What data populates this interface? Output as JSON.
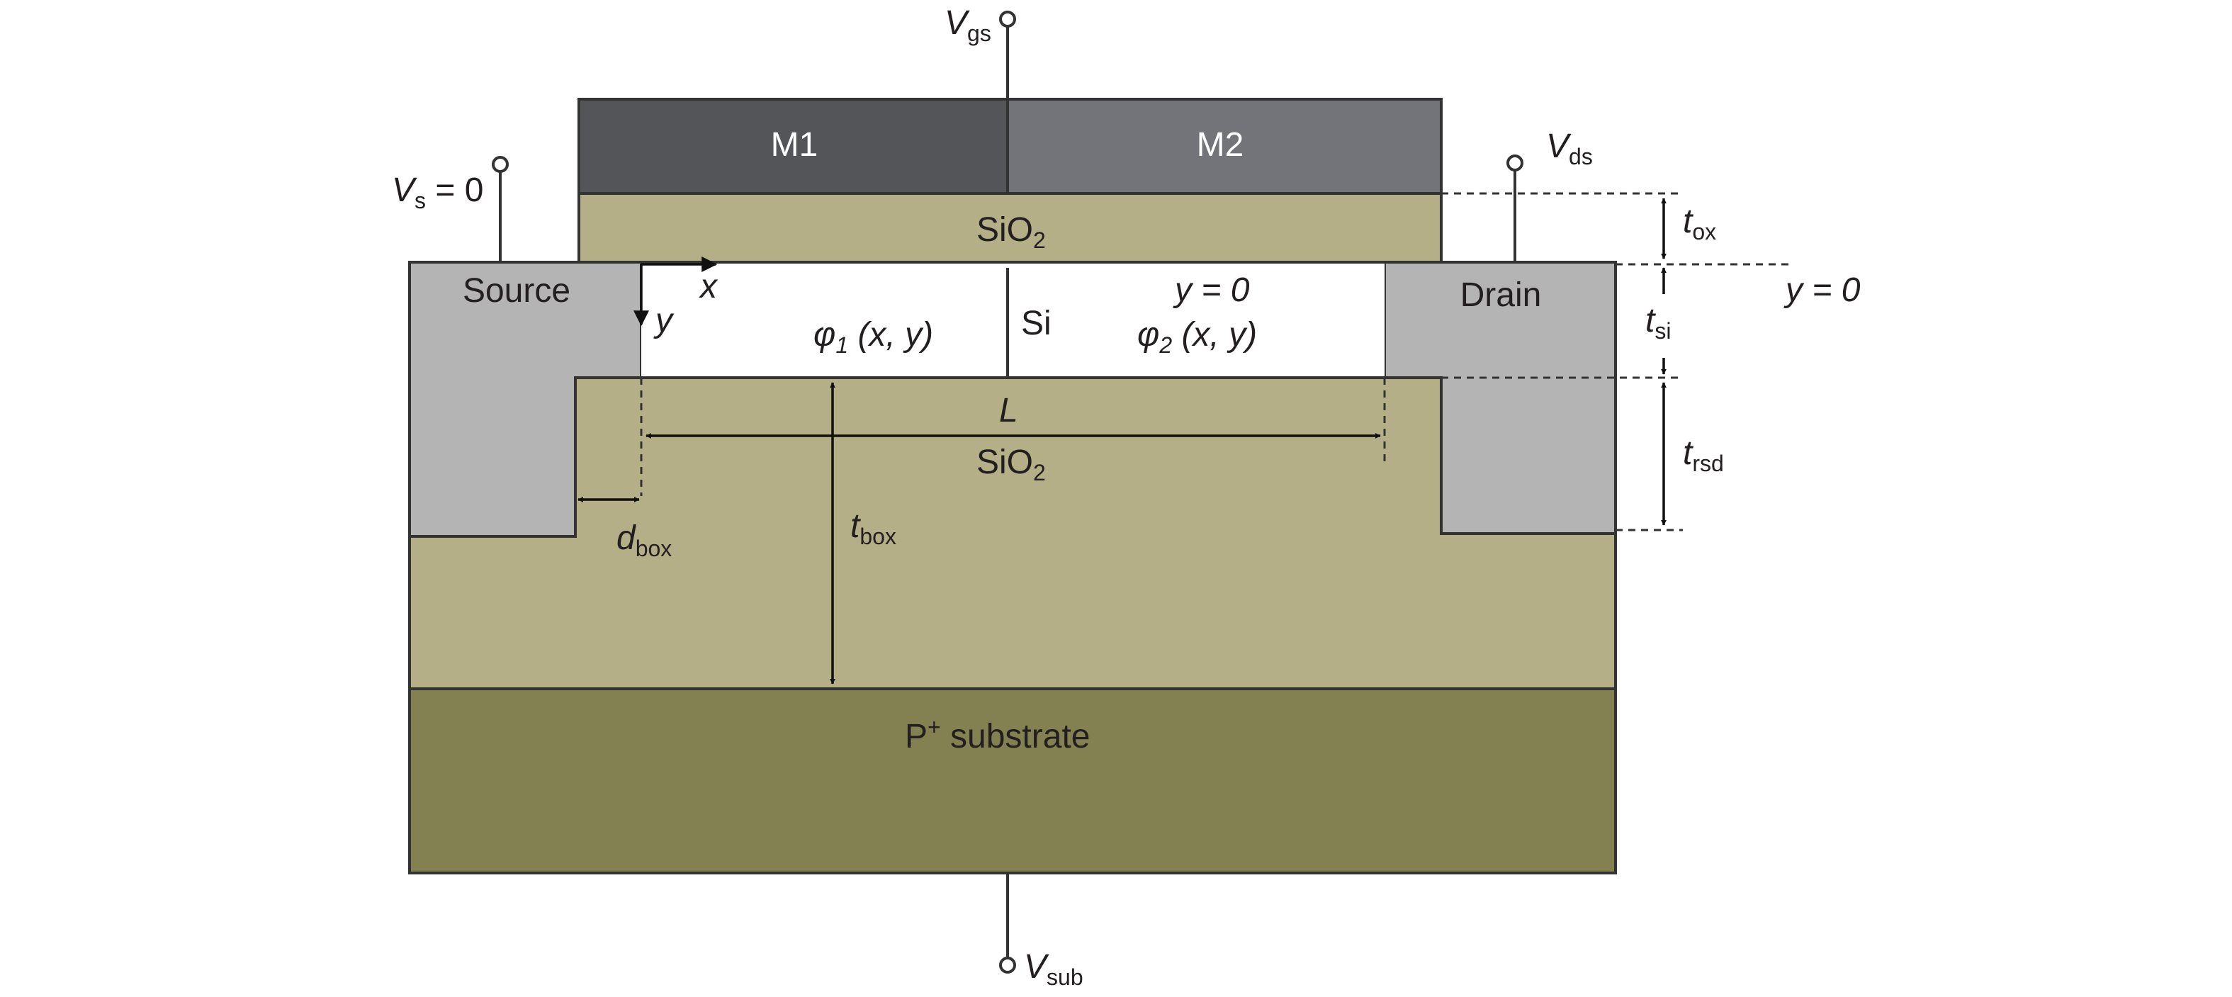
{
  "terminals": {
    "gate": {
      "symbol": "V",
      "sub": "gs"
    },
    "source": {
      "symbol": "V",
      "sub": "s",
      "eq": " = 0"
    },
    "drain": {
      "symbol": "V",
      "sub": "ds"
    },
    "substrate": {
      "symbol": "V",
      "sub": "sub"
    }
  },
  "regions": {
    "m1": "M1",
    "m2": "M2",
    "gate_oxide": {
      "main": "SiO",
      "sub": "2"
    },
    "source": "Source",
    "drain": "Drain",
    "silicon": "Si",
    "box": {
      "main": "SiO",
      "sub": "2"
    },
    "substrate": {
      "main": "P",
      "sup": "+",
      "rest": " substrate"
    }
  },
  "potentials": {
    "phi1": {
      "symbol": "φ",
      "sub": "1",
      "args": " (x, y)"
    },
    "phi2": {
      "symbol": "φ",
      "sub": "2",
      "args": " (x, y)"
    }
  },
  "axes": {
    "x": "x",
    "y": "y",
    "y_zero_inner": "y = 0",
    "y_zero_outer": "y = 0"
  },
  "dimensions": {
    "length": "L",
    "t_ox": {
      "main": "t",
      "sub": "ox"
    },
    "t_si": {
      "main": "t",
      "sub": "si"
    },
    "t_rsd": {
      "main": "t",
      "sub": "rsd"
    },
    "t_box": {
      "main": "t",
      "sub": "box"
    },
    "d_box": {
      "main": "d",
      "sub": "box"
    }
  },
  "colors": {
    "metal1": "#545558",
    "metal2": "#737479",
    "oxide": "#b5af88",
    "source_drain": "#b4b4b4",
    "silicon": "#ffffff",
    "substrate": "#838151"
  }
}
